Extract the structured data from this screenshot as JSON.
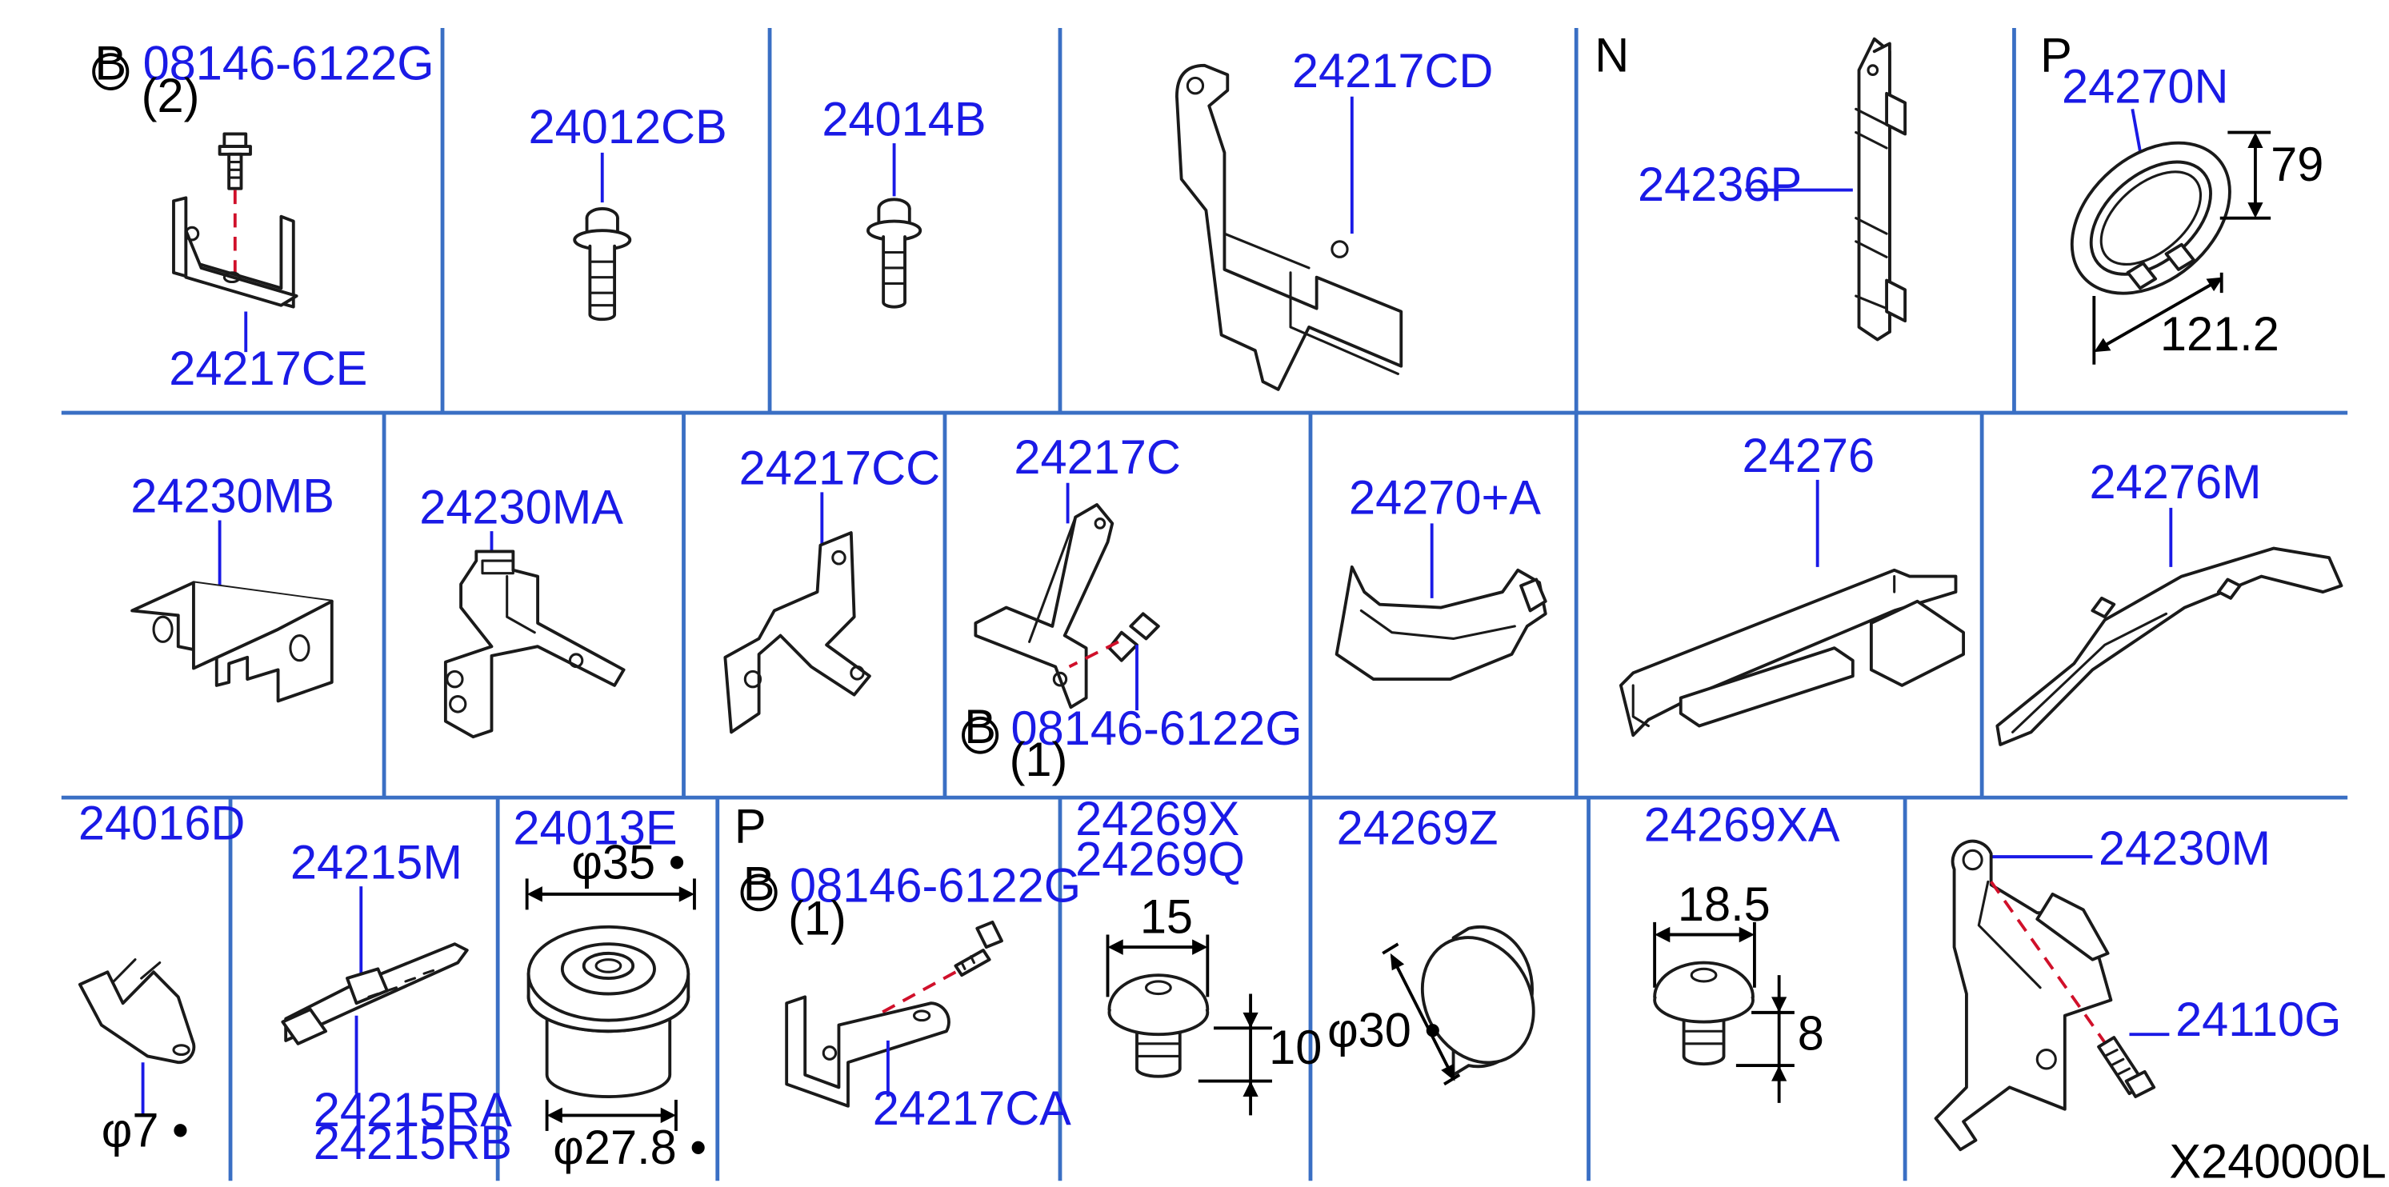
{
  "bolt_symbol": "B",
  "section_marks": {
    "n": "N",
    "p": "P"
  },
  "diagram_code": "X240000L",
  "parts": {
    "p_24217CE": "24217CE",
    "p_08146_top": "08146-6122G",
    "q_top": "(2)",
    "p_24012CB": "24012CB",
    "p_24014B": "24014B",
    "p_24217CD": "24217CD",
    "p_24236P": "24236P",
    "p_24270N": "24270N",
    "p_24230MB": "24230MB",
    "p_24230MA": "24230MA",
    "p_24217CC": "24217CC",
    "p_24217C": "24217C",
    "p_08146_mid": "08146-6122G",
    "q_mid": "(1)",
    "p_24270A": "24270+A",
    "p_24276": "24276",
    "p_24276M": "24276M",
    "p_24016D": "24016D",
    "p_24215M": "24215M",
    "p_24215RA": "24215RA",
    "p_24215RB": "24215RB",
    "p_24013E": "24013E",
    "p_08146_bot": "08146-6122G",
    "q_bot": "(1)",
    "p_24217CA": "24217CA",
    "p_24269X": "24269X",
    "p_24269Q": "24269Q",
    "p_24269Z": "24269Z",
    "p_24269XA": "24269XA",
    "p_24230M": "24230M",
    "p_24110G": "24110G"
  },
  "dimensions": {
    "d_79": "79",
    "d_121_2": "121.2",
    "d_phi7": "φ7 •",
    "d_phi35": "φ35 •",
    "d_phi27_8": "φ27.8 •",
    "d_15": "15",
    "d_10": "10",
    "d_phi30": "φ30 •",
    "d_18_5": "18.5",
    "d_8": "8"
  },
  "colors": {
    "part_number": "#1a1ae6",
    "grid_line": "#3a6fc4",
    "leader": "#1a1ae6",
    "centerline": "#d0102a",
    "line_art": "#1a1a1a"
  }
}
